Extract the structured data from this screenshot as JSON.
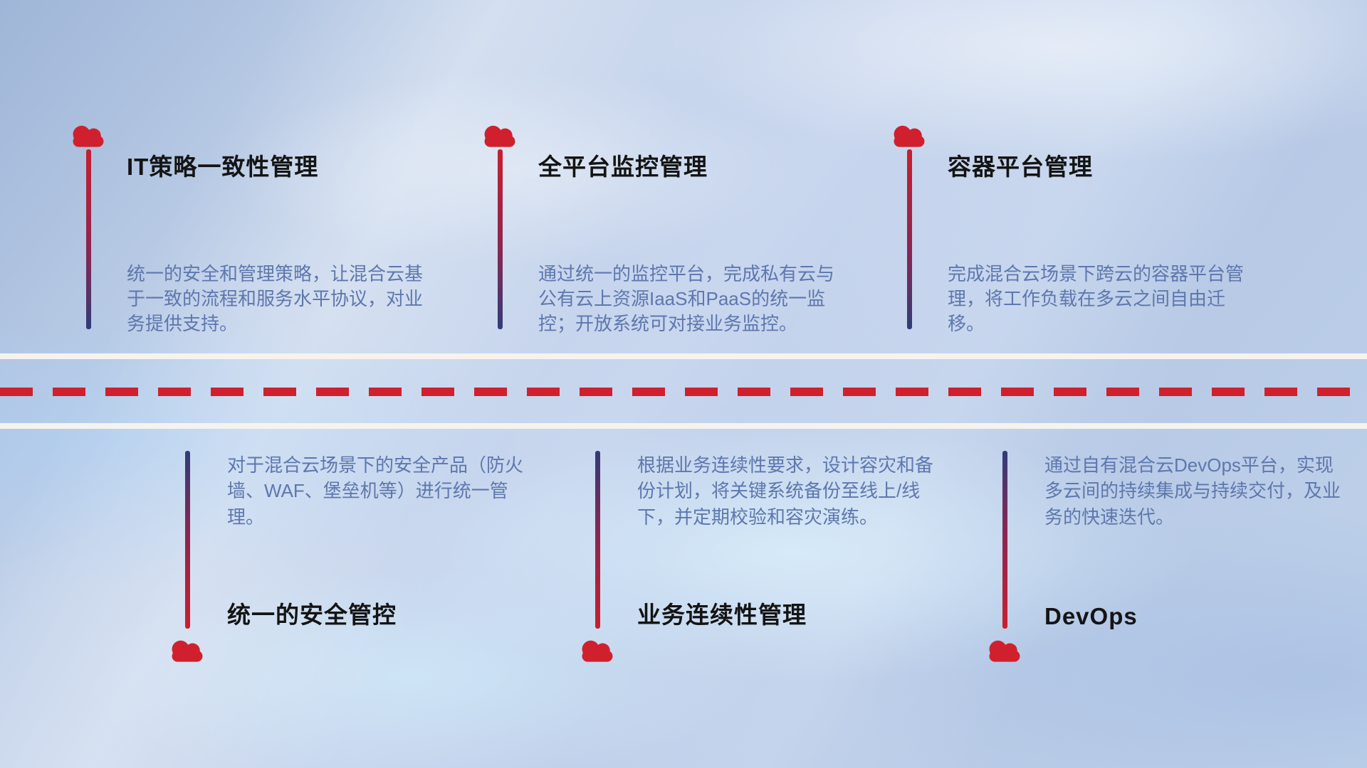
{
  "colors": {
    "accent_red": "#d0202e",
    "deep_navy": "#303c78",
    "title_text": "#141414",
    "body_text": "#5e77ad",
    "road_line": "#f6f3ee"
  },
  "top_items": [
    {
      "icon": "cloud-icon",
      "title": "IT策略一致性管理",
      "description": "统一的安全和管理策略，让混合云基于一致的流程和服务水平协议，对业务提供支持。"
    },
    {
      "icon": "cloud-icon",
      "title": "全平台监控管理",
      "description": "通过统一的监控平台，完成私有云与公有云上资源IaaS和PaaS的统一监控；开放系统可对接业务监控。"
    },
    {
      "icon": "cloud-icon",
      "title": "容器平台管理",
      "description": "完成混合云场景下跨云的容器平台管理，将工作负载在多云之间自由迁移。"
    }
  ],
  "bottom_items": [
    {
      "icon": "cloud-icon",
      "title": "统一的安全管控",
      "description": "对于混合云场景下的安全产品（防火墙、WAF、堡垒机等）进行统一管理。"
    },
    {
      "icon": "cloud-icon",
      "title": "业务连续性管理",
      "description": "根据业务连续性要求，设计容灾和备份计划，将关键系统备份至线上/线下，并定期校验和容灾演练。"
    },
    {
      "icon": "cloud-icon",
      "title": "DevOps",
      "description": "通过自有混合云DevOps平台，实现多云间的持续集成与持续交付，及业务的快速迭代。"
    }
  ]
}
